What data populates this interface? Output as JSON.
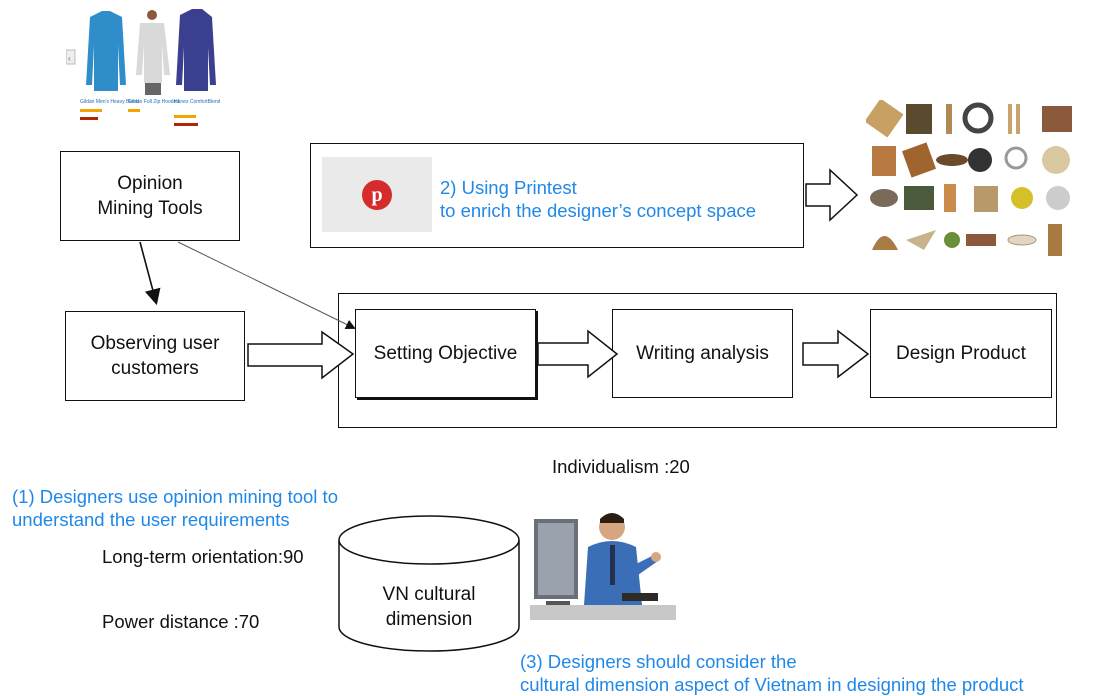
{
  "boxes": {
    "opinion_mining": "Opinion\nMining Tools",
    "observing_user": "Observing user\ncustomers",
    "setting_objective": "Setting Objective",
    "writing_analysis": "Writing analysis",
    "design_product": "Design Product"
  },
  "pinterest_note": "2) Using Printest\nto enrich the designer’s concept space",
  "cultural": {
    "individualism": "Individualism :20",
    "long_term": "Long-term orientation:90",
    "power_distance": "Power distance :70",
    "cylinder_label": "VN cultural\ndimension"
  },
  "notes": {
    "note1": "(1) Designers use opinion mining tool to\nunderstand the user requirements",
    "note3": "(3) Designers should consider the\ncultural dimension aspect of Vietnam in designing the product"
  },
  "colors": {
    "accent_blue": "#1f88e8",
    "pinterest_red": "#d62b2b"
  },
  "icons": {
    "pinterest": "pinterest-logo-icon"
  }
}
